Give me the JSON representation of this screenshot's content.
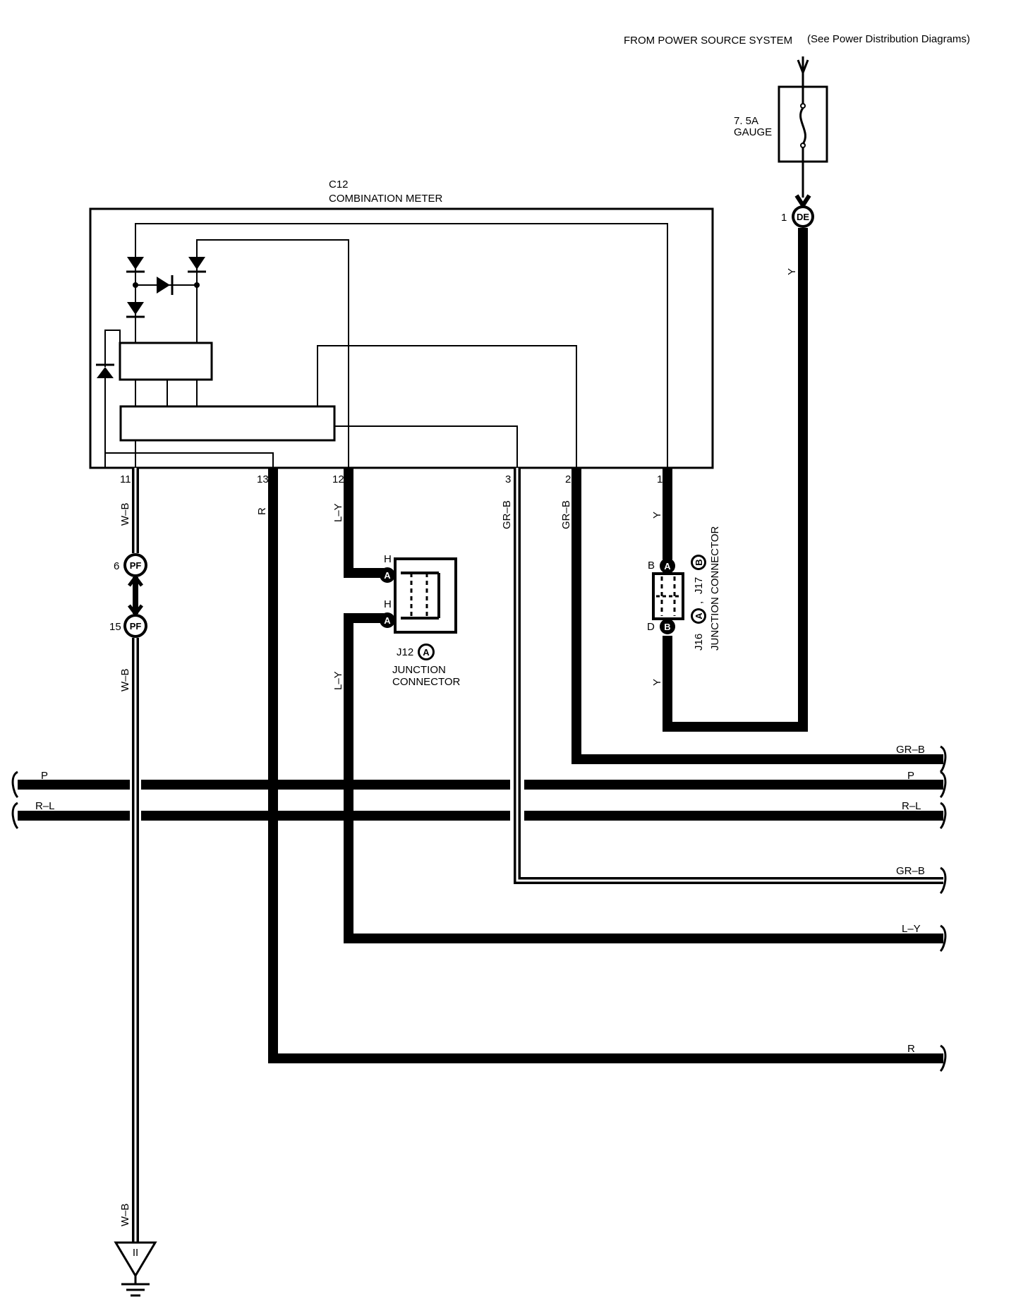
{
  "source": {
    "text": "FROM POWER SOURCE SYSTEM",
    "note": "(See Power Distribution Diagrams)"
  },
  "fuse": {
    "rating": "7. 5A",
    "name": "GAUGE"
  },
  "meter": {
    "code": "C12",
    "name": "COMBINATION METER"
  },
  "pins": {
    "p11": "11",
    "p13": "13",
    "p12": "12",
    "p3": "3",
    "p2": "2",
    "p1": "1"
  },
  "de_connector": {
    "pin": "1",
    "code": "DE"
  },
  "pf_connector": {
    "pin_top": "6",
    "pin_bottom": "15",
    "code": "PF"
  },
  "wire_colors": {
    "y": "Y",
    "wb": "W–B",
    "r": "R",
    "ly": "L–Y",
    "grb": "GR–B",
    "p": "P",
    "rl": "R–L"
  },
  "j12": {
    "pin_h": "H",
    "circle": "A",
    "code": "J12",
    "name_line1": "JUNCTION",
    "name_line2": "CONNECTOR"
  },
  "j16": {
    "pin_b": "B",
    "pin_d": "D",
    "circle_a": "A",
    "circle_b": "B",
    "code_a": "J16",
    "code_b": "J17",
    "separator": ",",
    "name": "JUNCTION CONNECTOR"
  },
  "ground": {
    "code": "II"
  }
}
